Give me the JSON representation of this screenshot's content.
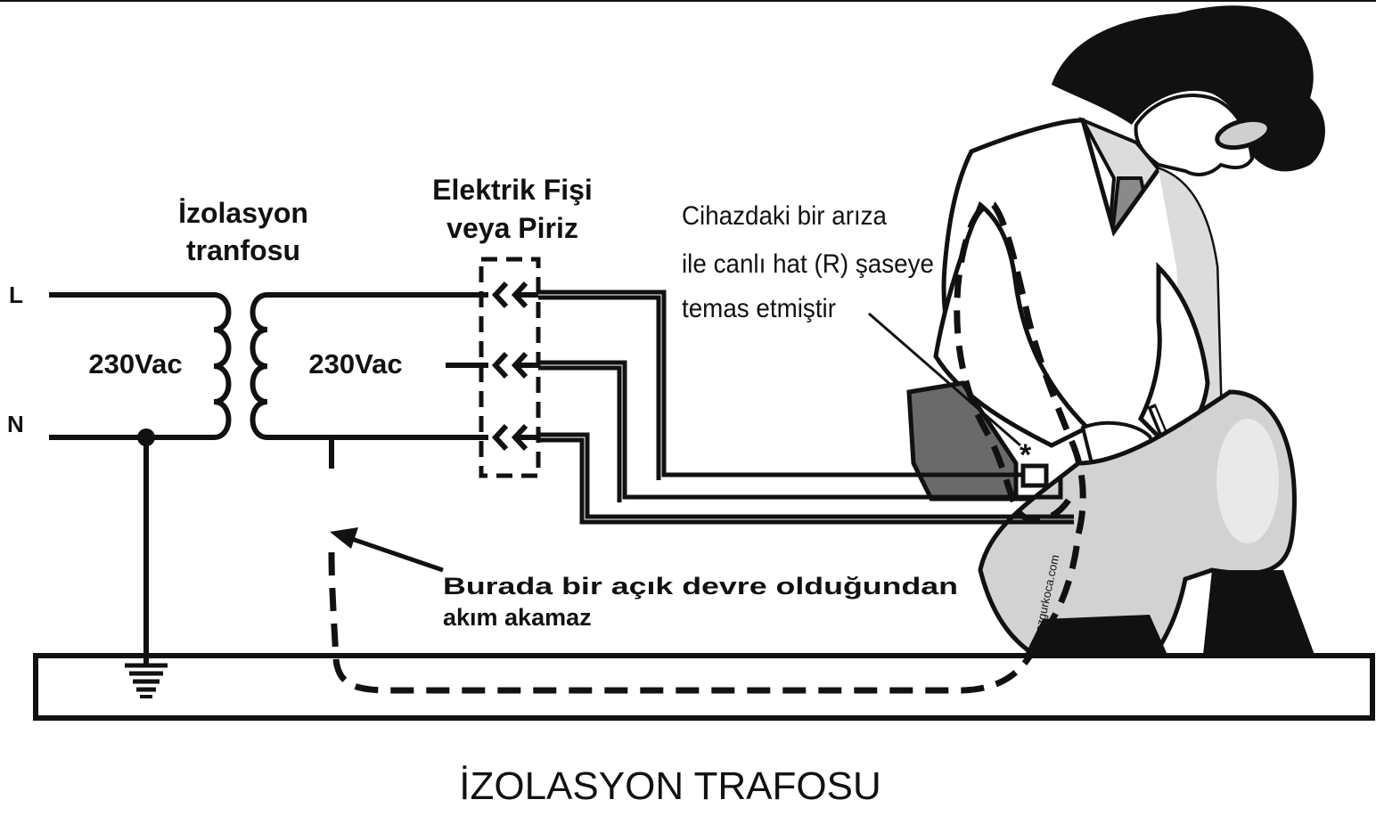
{
  "diagram": {
    "title": "İZOLASYON TRAFOSU",
    "line_labels": {
      "live": "L",
      "neutral": "N"
    },
    "transformer": {
      "label_line1": "İzolasyon",
      "label_line2": "tranfosu",
      "primary_voltage": "230Vac",
      "secondary_voltage": "230Vac"
    },
    "plug": {
      "label_line1": "Elektrik Fişi",
      "label_line2": "veya Piriz"
    },
    "fault_note": {
      "line1": "Cihazdaki bir arıza",
      "line2": "ile canlı hat (R) şaseye",
      "line3": "temas etmiştir"
    },
    "open_circuit_note": {
      "line1": "Burada bir açık devre olduğundan",
      "line2": "akım akamaz"
    },
    "fault_marker": "*",
    "watermark": "ozgurkoca.com",
    "colors": {
      "ink": "#111111",
      "skin_shade": "#dcdcdc",
      "cloth_shade": "#c8c8c8",
      "dark_shade": "#6a6a6a",
      "background": "#ffffff"
    }
  }
}
